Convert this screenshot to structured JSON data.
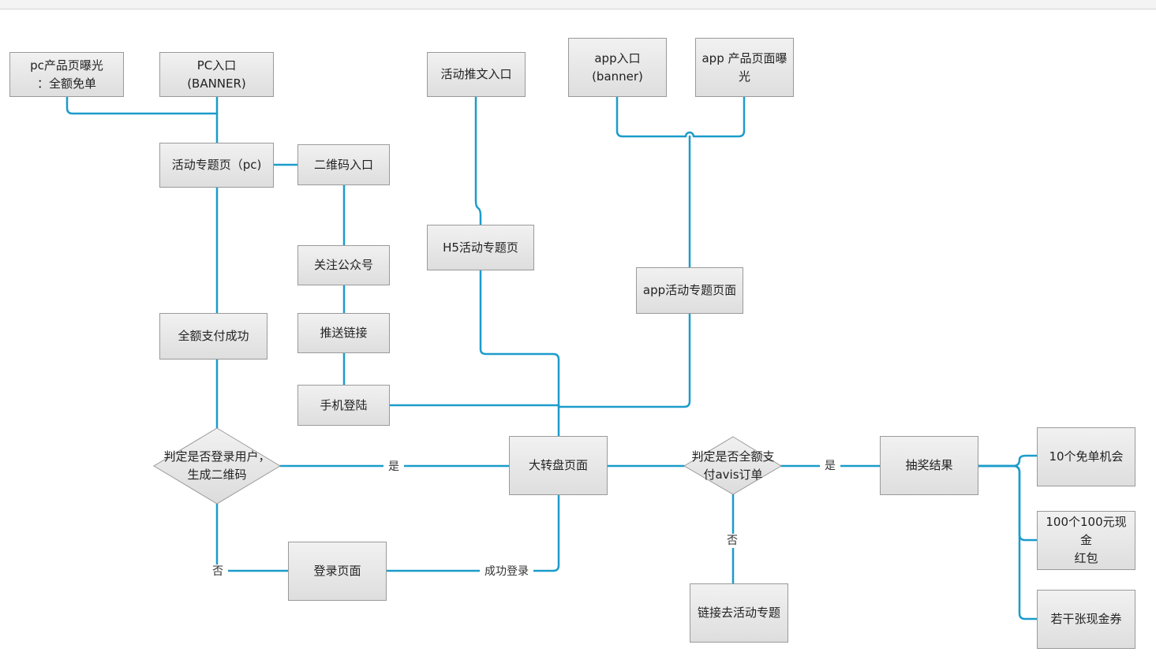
{
  "nodes": {
    "pc_exposure": "pc产品页曝光\n：全额免单",
    "pc_entry": "PC入口\n(BANNER)",
    "tweet_entry": "活动推文入口",
    "app_entry": "app入口\n(banner)",
    "app_exposure": "app 产品页面曝\n光",
    "pc_topic": "活动专题页（pc)",
    "qrcode_entry": "二维码入口",
    "h5_topic": "H5活动专题页",
    "follow_account": "关注公众号",
    "app_topic": "app活动专题页面",
    "full_pay": "全额支付成功",
    "push_link": "推送链接",
    "phone_login": "手机登陆",
    "judge_login": "判定是否登录用户，\n生成二维码",
    "wheel_page": "大转盘页面",
    "judge_pay": "判定是否全额支\n付avis订单",
    "lottery_result": "抽奖结果",
    "free_chance": "10个免单机会",
    "red_packet": "100个100元现金\n红包",
    "coupons": "若干张现金券",
    "login_page": "登录页面",
    "link_topic": "链接去活动专题"
  },
  "edge_labels": {
    "yes_wheel": "是",
    "no_login": "否",
    "success_login": "成功登录",
    "yes_lottery": "是",
    "no_link": "否"
  },
  "colors": {
    "edge": "#1b9cca",
    "node_fill_top": "#f1f1f1",
    "node_fill_bottom": "#dedede",
    "node_border": "#9a9a9a"
  }
}
